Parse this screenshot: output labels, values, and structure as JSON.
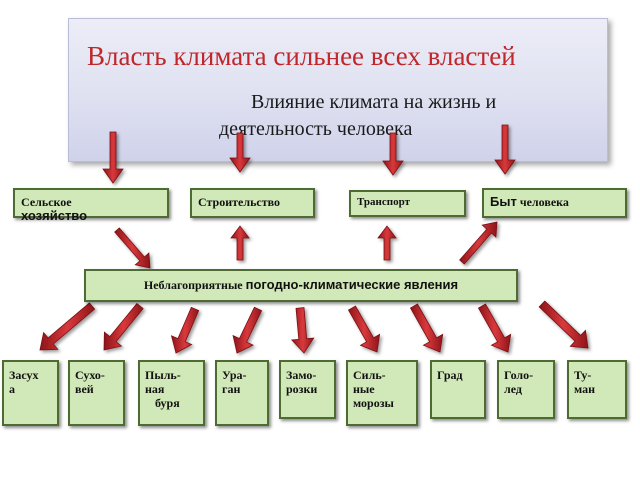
{
  "header": {
    "title": "Власть климата сильнее всех властей",
    "subtitle": "Влияние климата на жизнь и деятельность человека"
  },
  "categories": {
    "agri_a": "Сельское",
    "agri_b": "хозяйство",
    "build": "Строительство",
    "transport": "Транспорт",
    "life_a": "Быт",
    "life_b": "человека"
  },
  "middle": {
    "text_a": "Неблагоприятные",
    "text_b": "погодно-климатические явления"
  },
  "phenomena": [
    {
      "a": "Засух",
      "b": "а"
    },
    {
      "a": "Сухо-",
      "b": "вей"
    },
    {
      "a": "Пыль-",
      "b": "ная",
      "c": "буря"
    },
    {
      "a": "Ура-",
      "b": "ган"
    },
    {
      "a": "Замо-",
      "b": "розки"
    },
    {
      "a": "Силь-",
      "b": "ные",
      "c": "морозы"
    },
    {
      "a": "Град"
    },
    {
      "a": "Голо-",
      "b": "лед"
    },
    {
      "a": "Ту-",
      "b": "ман"
    }
  ],
  "colors": {
    "arrow": "#c0262a",
    "box_fill": "#d1e8b8",
    "box_border": "#4e6b34",
    "title": "#c0262a"
  }
}
